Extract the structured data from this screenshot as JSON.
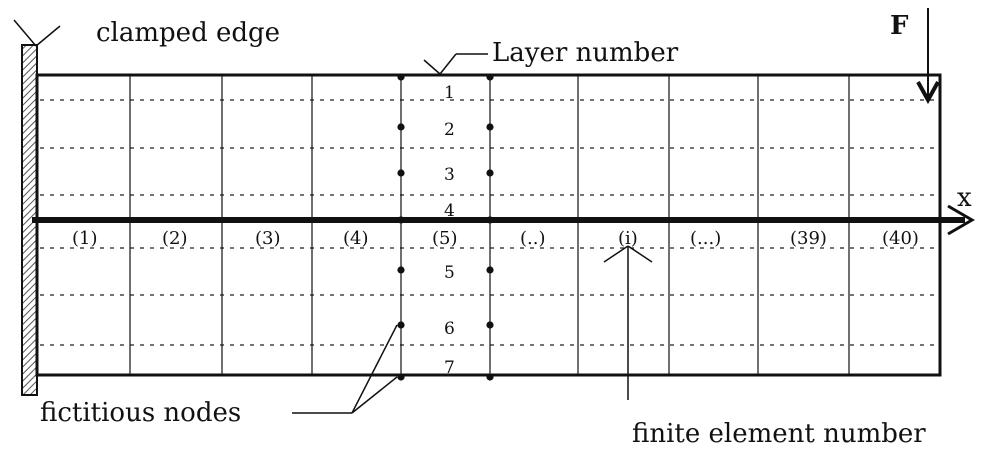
{
  "labels": {
    "clamped_edge": "clamped edge",
    "layer_number": "Layer  number",
    "force": "F",
    "axis_x": "x",
    "fictitious_nodes": "fictitious nodes",
    "finite_element_number": "finite element number"
  },
  "layers": [
    "1",
    "2",
    "3",
    "4",
    "5",
    "6",
    "7"
  ],
  "elements": [
    "(1)",
    "(2)",
    "(3)",
    "(4)",
    "(5)",
    "(..)",
    "(i)",
    "(...)",
    "(39)",
    "(40)"
  ],
  "colors": {
    "ink": "#111111",
    "hatch": "#555555",
    "background": "#ffffff"
  }
}
